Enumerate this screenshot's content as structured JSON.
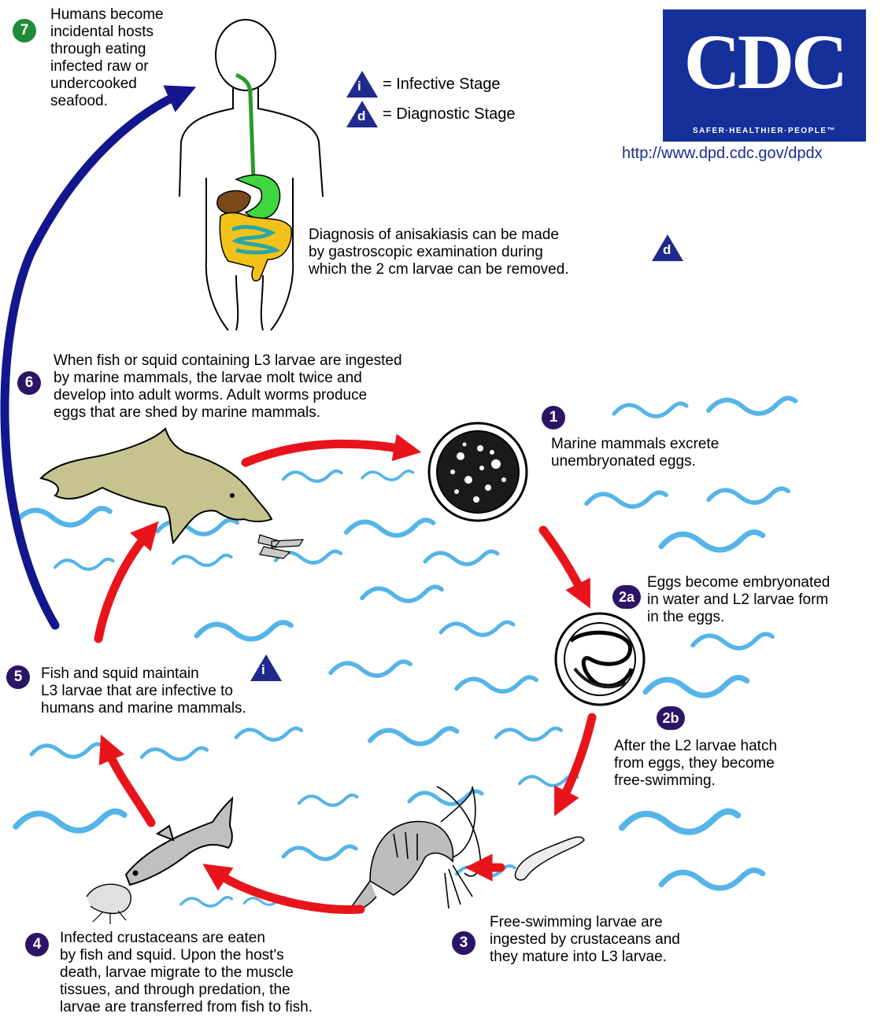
{
  "legend": {
    "infective_letter": "i",
    "infective_label": "= Infective Stage",
    "diagnostic_letter": "d",
    "diagnostic_label": "= Diagnostic Stage"
  },
  "logo": {
    "word": "CDC",
    "tagline": "SAFER·HEALTHIER·PEOPLE™",
    "url": "http://www.dpd.cdc.gov/dpdx"
  },
  "diagnosis": {
    "text": "Diagnosis of anisakiasis can be made\nby gastroscopic examination during\nwhich the 2 cm larvae can be removed.",
    "stage_letter": "d"
  },
  "steps": [
    {
      "num": "7",
      "text": "Humans become\nincidental hosts\nthrough eating\ninfected raw or\nundercooked\nseafood."
    },
    {
      "num": "6",
      "text": "When fish or squid containing L3 larvae are ingested\nby marine mammals, the larvae molt twice and\ndevelop into adult worms.  Adult worms produce\neggs that are shed by marine mammals."
    },
    {
      "num": "1",
      "text": "Marine mammals excrete\nunembryonated eggs."
    },
    {
      "num": "2a",
      "text": "Eggs become embryonated\nin water and L2 larvae form\nin the eggs."
    },
    {
      "num": "2b",
      "text": "After the L2 larvae hatch\nfrom eggs, they become\nfree-swimming."
    },
    {
      "num": "5",
      "text": "Fish and squid maintain\nL3 larvae that are infective to\nhumans and marine mammals.",
      "stage_letter": "i"
    },
    {
      "num": "3",
      "text": "Free-swimming larvae are\ningested by crustaceans and\nthey mature into L3 larvae."
    },
    {
      "num": "4",
      "text": "Infected crustaceans are eaten\nby fish and squid.  Upon the host's\ndeath, larvae migrate to the muscle\ntissues, and through predation, the\nlarvae are transferred from fish to fish."
    }
  ],
  "colors": {
    "wave": "#55b4e8",
    "cycle_arrow": "#e8141c",
    "human_arrow": "#13168c",
    "badge_green": "#1e8a3a",
    "badge_purple": "#2c1466",
    "stage_triangle": "#1f2a8c",
    "logo_blue": "#15309a"
  }
}
